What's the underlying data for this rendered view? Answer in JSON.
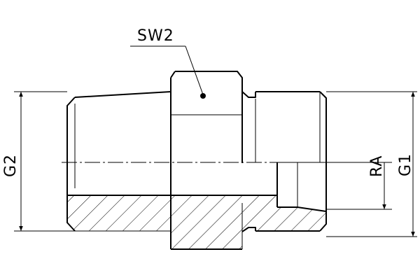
{
  "labels": {
    "sw2": "SW2",
    "g2": "G2",
    "ra": "RA",
    "g1": "G1"
  },
  "colors": {
    "line": "#000000",
    "background": "#ffffff"
  }
}
